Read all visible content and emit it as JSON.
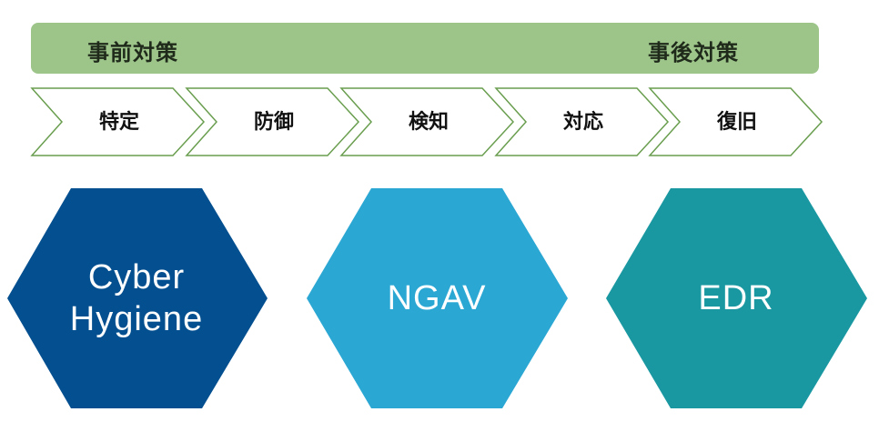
{
  "banner": {
    "pre_label": "事前対策",
    "post_label": "事後対策",
    "color": "#9dc58a"
  },
  "steps": [
    "特定",
    "防御",
    "検知",
    "対応",
    "復旧"
  ],
  "chevron_stroke": "#6a9e4f",
  "solutions": [
    {
      "lines": [
        "Cyber",
        "Hygiene"
      ],
      "color": "#034f8f"
    },
    {
      "lines": [
        "NGAV"
      ],
      "color": "#2ba7d4"
    },
    {
      "lines": [
        "EDR"
      ],
      "color": "#1998a1"
    }
  ]
}
